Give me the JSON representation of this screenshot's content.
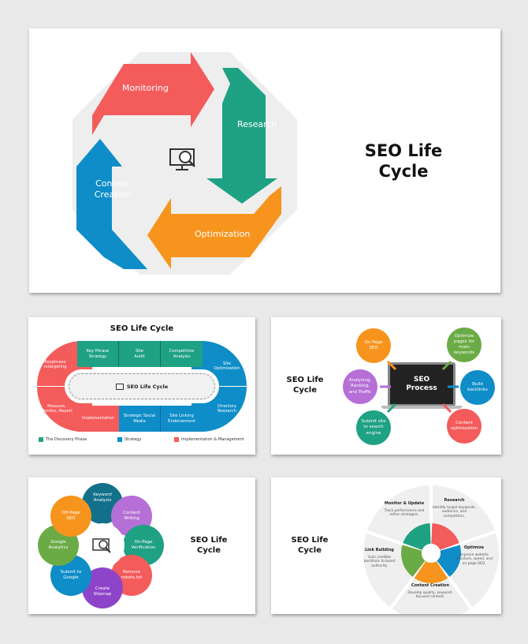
{
  "colors": {
    "red": "#f45b5b",
    "teal": "#1fa184",
    "blue": "#0e8dc8",
    "orange": "#f7941d",
    "green": "#6aab45",
    "purple": "#b56fd6",
    "darkteal": "#13708a"
  },
  "slide1": {
    "title": "SEO Life Cycle",
    "arrows": [
      "Monitoring",
      "Research",
      "Optimization",
      "Content Creation"
    ],
    "center_icon": "seo-monitor-icon"
  },
  "slide2": {
    "title": "SEO Life Cycle",
    "center": "SEO Life Cycle",
    "top": [
      "Key Phrase Strategy",
      "Site Audit",
      "Competitive Analysis"
    ],
    "bottom": [
      "Implementation",
      "Strategic Social Media",
      "Site Linking Endorsement"
    ],
    "left": [
      "Keyphrase retargeting",
      "Measure, Monitor, Report"
    ],
    "right": [
      "Site Optimization",
      "Directory Research"
    ],
    "legend": [
      "The Discovery Phase",
      "Strategy",
      "Implementation & Management"
    ]
  },
  "slide3": {
    "title": "SEO Life Cycle",
    "center": "SEO Process",
    "items": [
      "On-Page SEO",
      "Optimize pages for main keywords",
      "Analysing, Ranking, and Traffic",
      "Build backlinks",
      "Submit site to search engine",
      "Content optimization"
    ]
  },
  "slide4": {
    "title": "SEO Life Cycle",
    "items": [
      "Keyword Analysis",
      "Content Writing",
      "On-Page Verification",
      "Remove robots.txt",
      "Create Sitemap",
      "Submit to Google",
      "Google Analytics",
      "Off-Page SEO"
    ]
  },
  "slide5": {
    "title": "SEO Life Cycle",
    "items": [
      {
        "h": "Research",
        "d": "Identify target keywords, audience, and competitors."
      },
      {
        "h": "Optimize",
        "d": "Improve website structure, speed, and on-page SEO."
      },
      {
        "h": "Content Creation",
        "d": "Develop quality, keyword-focused content."
      },
      {
        "h": "Link Building",
        "d": "Gain credible backlinks to boost authority."
      },
      {
        "h": "Monitor & Update",
        "d": "Track performance and refine strategies."
      }
    ]
  }
}
